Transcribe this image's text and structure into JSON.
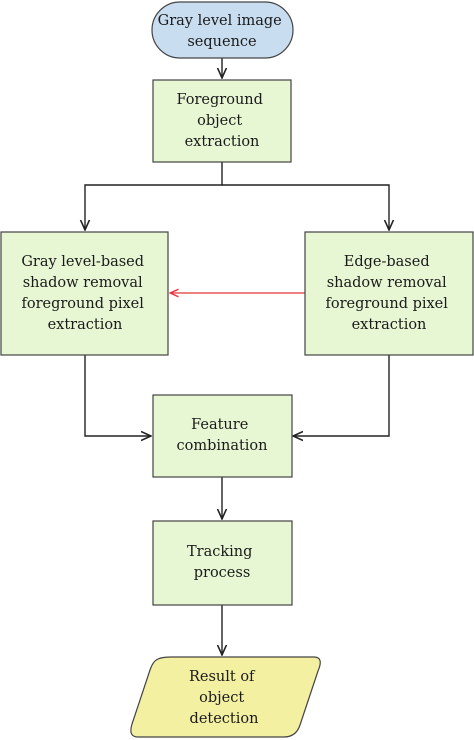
{
  "nodes": {
    "start": {
      "shape": "terminator",
      "lines": [
        "Gray level image",
        "sequence"
      ],
      "fill": "#c9ddf1",
      "stroke": "#444444"
    },
    "foreground": {
      "shape": "process",
      "lines": [
        "Foreground",
        "object",
        "extraction"
      ],
      "fill": "#e7f7d4",
      "stroke": "#444444"
    },
    "gray_based": {
      "shape": "process",
      "lines": [
        "Gray level-based",
        "shadow removal",
        "foreground pixel",
        "extraction"
      ],
      "fill": "#e7f7d4",
      "stroke": "#444444"
    },
    "edge_based": {
      "shape": "process",
      "lines": [
        "Edge-based",
        "shadow removal",
        "foreground pixel",
        "extraction"
      ],
      "fill": "#e7f7d4",
      "stroke": "#444444"
    },
    "feature": {
      "shape": "process",
      "lines": [
        "Feature",
        "combination"
      ],
      "fill": "#e7f7d4",
      "stroke": "#444444"
    },
    "tracking": {
      "shape": "process",
      "lines": [
        "Tracking",
        "process"
      ],
      "fill": "#e7f7d4",
      "stroke": "#444444"
    },
    "result": {
      "shape": "data",
      "lines": [
        "Result of",
        "object",
        "detection"
      ],
      "fill": "#f3f0a2",
      "stroke": "#444444"
    }
  },
  "connectors": [
    {
      "from": "start",
      "to": "foreground",
      "color": "#222222"
    },
    {
      "from": "foreground",
      "to": "gray_based",
      "color": "#222222"
    },
    {
      "from": "foreground",
      "to": "edge_based",
      "color": "#222222"
    },
    {
      "from": "edge_based",
      "to": "gray_based",
      "color": "#e8333a"
    },
    {
      "from": "gray_based",
      "to": "feature",
      "color": "#222222"
    },
    {
      "from": "edge_based",
      "to": "feature",
      "color": "#222222"
    },
    {
      "from": "feature",
      "to": "tracking",
      "color": "#222222"
    },
    {
      "from": "tracking",
      "to": "result",
      "color": "#222222"
    }
  ]
}
